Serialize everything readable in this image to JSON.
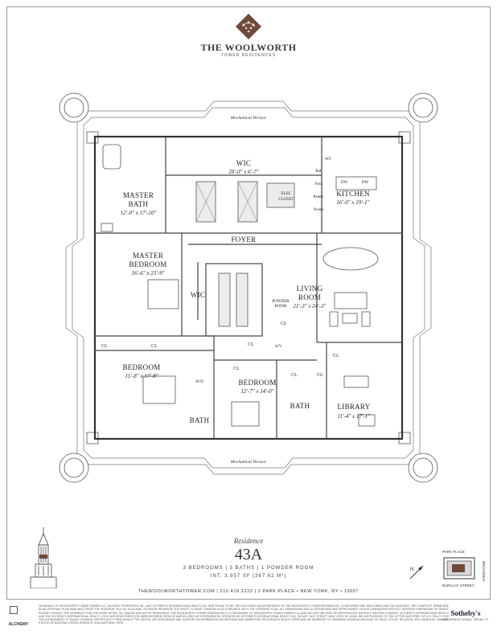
{
  "header": {
    "brand": "THE WOOLWORTH",
    "subtitle": "TOWER RESIDENCES"
  },
  "plan": {
    "terraces": {
      "top": "Mechanical Terrace",
      "bottom": "Mechanical Terrace"
    },
    "rooms": {
      "wic_main": {
        "name": "WIC",
        "dims": "28'-0\" x 6'-7\""
      },
      "master_bath": {
        "name_1": "MASTER",
        "name_2": "BATH",
        "dims": "12'-0\" x 17'-10\""
      },
      "kitchen": {
        "name": "KITCHEN",
        "dims": "16'-0\" x 19'-1\""
      },
      "foyer": {
        "name": "FOYER"
      },
      "master_bedroom": {
        "name_1": "MASTER",
        "name_2": "BEDROOM",
        "dims": "16'-6\" x 23'-9\""
      },
      "wic_small": {
        "name": "WIC"
      },
      "living_room": {
        "name_1": "LIVING",
        "name_2": "ROOM",
        "dims": "21'-3\" x 24'-3\""
      },
      "bedroom_1": {
        "name": "BEDROOM",
        "dims": "15'-8\" x 17'-8\""
      },
      "bedroom_2": {
        "name": "BEDROOM",
        "dims": "12'-7\" x 14'-0\""
      },
      "library": {
        "name": "LIBRARY",
        "dims": "11'-4\" x 17'-1\""
      },
      "bath_1": {
        "name": "BATH"
      },
      "bath_2": {
        "name": "BATH"
      }
    },
    "small_labels": {
      "elec_1": "ELEC",
      "elec_2": "CLOSET",
      "powder_1": "POWDER",
      "powder_2": "ROOM",
      "wd": "W/D",
      "av": "A/V",
      "wc": "WC",
      "dw_1": "DW",
      "dw_2": "DW",
      "ref": "Ref",
      "frez": "Frez",
      "pantry": "Pantry",
      "ovens": "Ovens",
      "cl_1": "CL",
      "cl_2": "CL",
      "cl_3": "CL",
      "cl_4": "CL",
      "cl_5": "CL",
      "cl_6": "CL",
      "cl_7": "CL",
      "cl_8": "CL"
    }
  },
  "residence": {
    "label": "Residence",
    "number": "43A",
    "details": "3 BEDROOMS | 3 BATHS | 1 POWDER ROOM",
    "interior": "INT. 3,957 SF (367.62 M²)",
    "contact": "THEWOOLWORTHTOWER.COM | 212.418.1222 | 2 PARK PLACE • NEW YORK, NY • 10007"
  },
  "location_map": {
    "north_street": "PARK PLACE",
    "east_street": "BROADWAY",
    "south_street": "BARCLAY STREET"
  },
  "footer": {
    "agent_logo": "ALCHEMY",
    "disclaimer": "ON BEHALF OF WOOLWORTH TOWER OWNER LLC, ALCHEMY PROPERTIES INC. AND SOTHEBY'S INTERNATIONAL REALTY INC. ARE PROUD TO BE THE EXCLUSIVE SALES BROKERS OF THE WOOLWORTH TOWER RESIDENCES. CO-BROKERS ARE WELCOMED AND ENCOURAGED. THE COMPLETE TERMS ARE IN AN OFFERING PLAN AVAILABLE FROM THE SPONSOR. FILE NO CD14-0062. SPONSOR RESERVES THE RIGHT TO MAKE CHANGES IN ACCORDANCE WITH THE OFFERING PLAN. ALL DIMENSIONS AND ILLUSTRATIONS ARE APPROXIMATE. NOTED DIMENSIONS REFLECT INTERIOR DIMENSIONS OF SPACE. PLEASE CONSULT THE OFFERING PLAN FOR MORE DETAIL. ALL IMAGES ARE ARTIST RENDERING. THE WOOLWORTH TOWER RESIDENCES IS A TRADEMARK OF WOOLWORTH TOWER OWNER LLC AND MAY NOT BE USED OR REPRODUCED WITHOUT WRITTEN CONSENT. SOTHEBY'S INTERNATIONAL REALTY AND THE SOTHEBY'S INTERNATIONAL REALTY LOGO ARE REGISTERED (OR UNREGISTERED) SERVICE MARKS USED WITH PERMISSION. OPERATED BY SOTHEBY'S INTERNATIONAL REALTY, INC. 38 EAST 61ST STREET, NEW YORK, NY 10065. WE ARE PLEDGED TO THE LETTER AND SPIRIT OF U.S. POLICY FOR THE ACHIEVEMENT OF EQUAL HOUSING OPPORTUNITY THROUGHOUT THE NATION. WE ENCOURAGE AND SUPPORT AN AFFIRMATIVE ADVERTISING AND MARKETING PROGRAM IN WHICH THERE ARE NO BARRIERS TO OBTAINING HOUSING BECAUSE OF RACE, COLOR, RELIGION, SEX, HANDICAP, FAMILIAL STATUS OR NATIONAL ORIGIN. BRAND BY WILLIAMS NEW YORK.",
    "sothebys": "Sotheby's",
    "sothebys_sub": "INTERNATIONAL REALTY"
  }
}
